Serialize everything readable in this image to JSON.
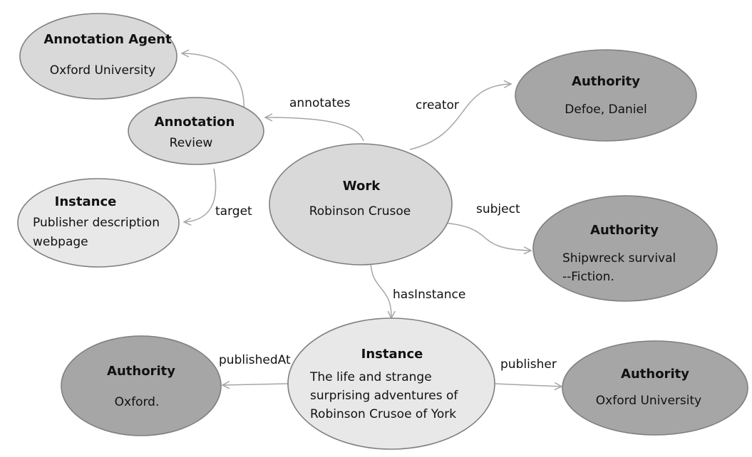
{
  "colors": {
    "background": "#ffffff",
    "fill_light": "#e8e8e8",
    "fill_mid": "#d9d9d9",
    "fill_dark": "#a6a6a6",
    "edge": "#a6a6a6",
    "border": "#7f7f7f"
  },
  "nodes": {
    "annotation_agent": {
      "title": "Annotation Agent",
      "lines": [
        "Oxford University"
      ]
    },
    "annotation": {
      "title": "Annotation",
      "lines": [
        "Review"
      ]
    },
    "instance_webpage": {
      "title": "Instance",
      "lines": [
        "Publisher description",
        "webpage"
      ]
    },
    "work": {
      "title": "Work",
      "lines": [
        "Robinson Crusoe"
      ]
    },
    "authority_creator": {
      "title": "Authority",
      "lines": [
        "Defoe, Daniel"
      ]
    },
    "authority_subject": {
      "title": "Authority",
      "lines": [
        "Shipwreck survival",
        "--Fiction."
      ]
    },
    "instance_book": {
      "title": "Instance",
      "lines": [
        "The life and strange",
        "surprising adventures of",
        "Robinson Crusoe of York"
      ]
    },
    "authority_place": {
      "title": "Authority",
      "lines": [
        "Oxford."
      ]
    },
    "authority_publisher": {
      "title": "Authority",
      "lines": [
        "Oxford University"
      ]
    }
  },
  "edges": {
    "annotates": "annotates",
    "creator": "creator",
    "target": "target",
    "subject": "subject",
    "hasInstance": "hasInstance",
    "publishedAt": "publishedAt",
    "publisher": "publisher"
  }
}
